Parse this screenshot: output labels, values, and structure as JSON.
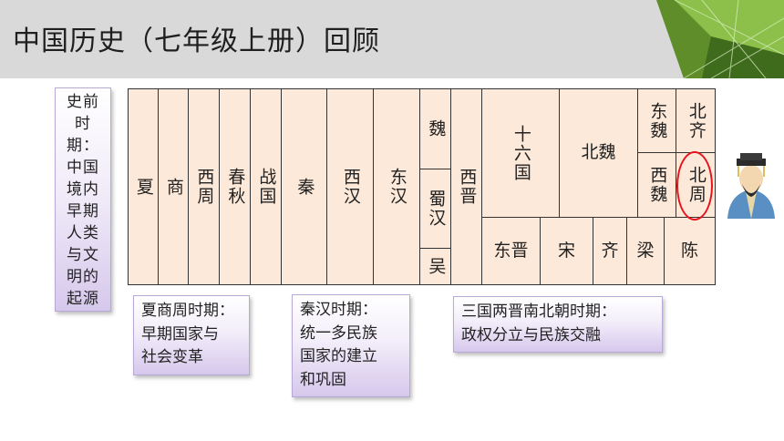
{
  "header": {
    "title": "中国历史（七年级上册）回顾"
  },
  "prehistory": {
    "text": "史前时期：中国境内早期人类与文明的起源"
  },
  "dynasties": {
    "xia": "夏",
    "shang": "商",
    "xizhou": "西周",
    "chunqiu": "春秋",
    "zhanguo": "战国",
    "qin": "秦",
    "xihan": "西汉",
    "donghan": "东汉",
    "wei": "魏",
    "shuhan": "蜀汉",
    "wu": "吴",
    "xijin": "西晋",
    "shiliuguo": "十六国",
    "beiwei": "北魏",
    "dongwei": "东魏",
    "beiqi": "北齐",
    "xiwei": "西魏",
    "beizhou": "北周",
    "dongjin": "东晋",
    "song": "宋",
    "qi": "齐",
    "liang": "梁",
    "chen": "陈"
  },
  "notes": {
    "xsz": "夏商周时期：\n早期国家与\n社会变革",
    "qh": "秦汉时期：\n统一多民族\n国家的建立\n和巩固",
    "sgln": "三国两晋南北朝时期：\n政权分立与民族交融"
  },
  "colors": {
    "cell_bg": "#fde9d9",
    "highlight": "#e8121a",
    "header_bg": "#d9d9d9",
    "accent": "#7fb23a"
  }
}
